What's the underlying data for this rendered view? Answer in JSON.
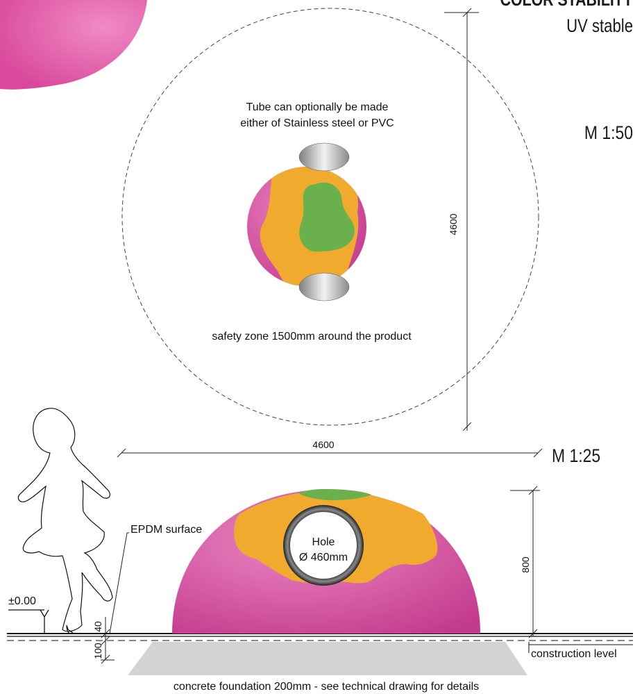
{
  "header": {
    "color_stability_title": "COLOR STABILITY",
    "color_stability_value": "UV stable"
  },
  "top_view": {
    "scale": "M 1:50",
    "tube_note_line1": "Tube can optionally be made",
    "tube_note_line2": "either of Stainless steel or PVC",
    "safety_zone_note": "safety zone 1500mm around the product",
    "dimension_vertical": "4600",
    "dimension_horizontal": "4600"
  },
  "side_view": {
    "scale": "M 1:25",
    "hole_label_line1": "Hole",
    "hole_label_line2": "Ø 460mm",
    "height_dimension": "800",
    "surface_label": "EPDM surface",
    "level_label": "±0.00",
    "surface_thickness": "40",
    "base_thickness": "100",
    "construction_level_label": "construction level",
    "foundation_label": "concrete foundation 200mm - see technical drawing for details"
  },
  "colors": {
    "magenta": "#d9489c",
    "orange": "#f0aa2e",
    "green": "#6ab04c",
    "foundation_gray": "#d3d3d3"
  }
}
